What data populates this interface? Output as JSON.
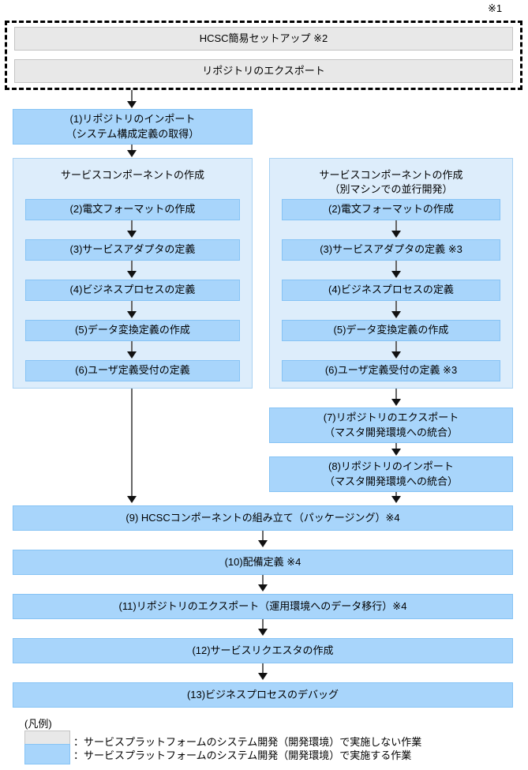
{
  "diagram": {
    "notes": {
      "note1": "※1",
      "note2": "※2",
      "note3": "※3",
      "note4": "※4"
    },
    "colors": {
      "performed_fill": "#a8d5fb",
      "performed_border": "#86c3f5",
      "not_performed_fill": "#e8e8e8",
      "not_performed_border": "#c4c4c4",
      "panel_fill": "#ddedfb",
      "panel_border": "#a9d2f3",
      "connector": "#666666",
      "dashed_border": "#000000"
    },
    "dashed_group": {
      "note_label": "※1",
      "boxes": [
        {
          "label": "HCSC簡易セットアップ ※2",
          "kind": "not-performed"
        },
        {
          "label": "リポジトリのエクスポート",
          "kind": "not-performed"
        }
      ]
    },
    "step1": {
      "label": "(1)リポジトリのインポート\n（システム構成定義の取得）",
      "kind": "performed"
    },
    "left_panel": {
      "title": "サービスコンポーネントの作成",
      "steps": [
        {
          "label": "(2)電文フォーマットの作成",
          "kind": "performed"
        },
        {
          "label": "(3)サービスアダプタの定義",
          "kind": "performed"
        },
        {
          "label": "(4)ビジネスプロセスの定義",
          "kind": "performed"
        },
        {
          "label": "(5)データ変換定義の作成",
          "kind": "performed"
        },
        {
          "label": "(6)ユーザ定義受付の定義",
          "kind": "performed"
        }
      ]
    },
    "right_panel": {
      "title": "サービスコンポーネントの作成\n（別マシンでの並行開発）",
      "steps": [
        {
          "label": "(2)電文フォーマットの作成",
          "kind": "performed"
        },
        {
          "label": "(3)サービスアダプタの定義 ※3",
          "kind": "performed"
        },
        {
          "label": "(4)ビジネスプロセスの定義",
          "kind": "performed"
        },
        {
          "label": "(5)データ変換定義の作成",
          "kind": "performed"
        },
        {
          "label": "(6)ユーザ定義受付の定義 ※3",
          "kind": "performed"
        }
      ]
    },
    "right_extra_steps": [
      {
        "label": "(7)リポジトリのエクスポート\n（マスタ開発環境への統合）",
        "kind": "performed"
      },
      {
        "label": "(8)リポジトリのインポート\n（マスタ開発環境への統合）",
        "kind": "performed"
      }
    ],
    "full_width_steps": [
      {
        "label": "(9) HCSCコンポーネントの組み立て（パッケージング）※4",
        "kind": "performed"
      },
      {
        "label": "(10)配備定義 ※4",
        "kind": "performed"
      },
      {
        "label": "(11)リポジトリのエクスポート（運用環境へのデータ移行）※4",
        "kind": "performed"
      },
      {
        "label": "(12)サービスリクエスタの作成",
        "kind": "performed"
      },
      {
        "label": "(13)ビジネスプロセスのデバッグ",
        "kind": "performed"
      }
    ],
    "legend": {
      "title": "(凡例)",
      "entries": [
        {
          "swatch": "not-performed",
          "text": "：サービスプラットフォームのシステム開発（開発環境）で実施しない作業"
        },
        {
          "swatch": "performed",
          "text": "：サービスプラットフォームのシステム開発（開発環境）で実施する作業"
        }
      ]
    }
  }
}
